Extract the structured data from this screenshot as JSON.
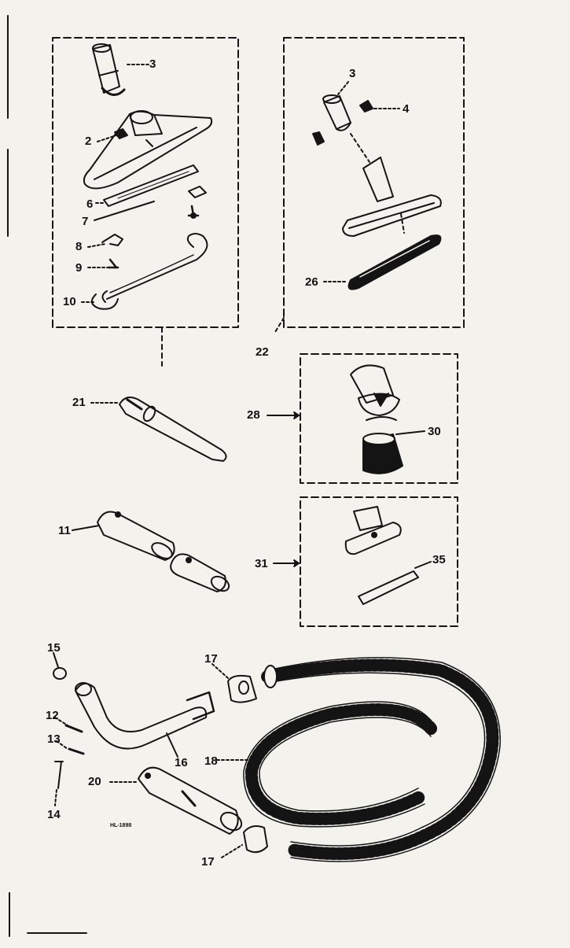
{
  "diagram": {
    "drawing_code": "HL-1898",
    "kit_labels": {
      "kit_22": "22",
      "kit_28": "28",
      "kit_31": "31"
    },
    "part_labels": {
      "p3a": "3",
      "p2": "2",
      "p6": "6",
      "p7": "7",
      "p8": "8",
      "p9": "9",
      "p10": "10",
      "p3b": "3",
      "p4": "4",
      "p26": "26",
      "p30": "30",
      "p35": "35",
      "p21": "21",
      "p11": "11",
      "p15": "15",
      "p12": "12",
      "p13": "13",
      "p14": "14",
      "p16": "16",
      "p17a": "17",
      "p18": "18",
      "p20": "20",
      "p17b": "17"
    },
    "colors": {
      "ink": "#141414",
      "paper": "#f4f2ec"
    }
  }
}
